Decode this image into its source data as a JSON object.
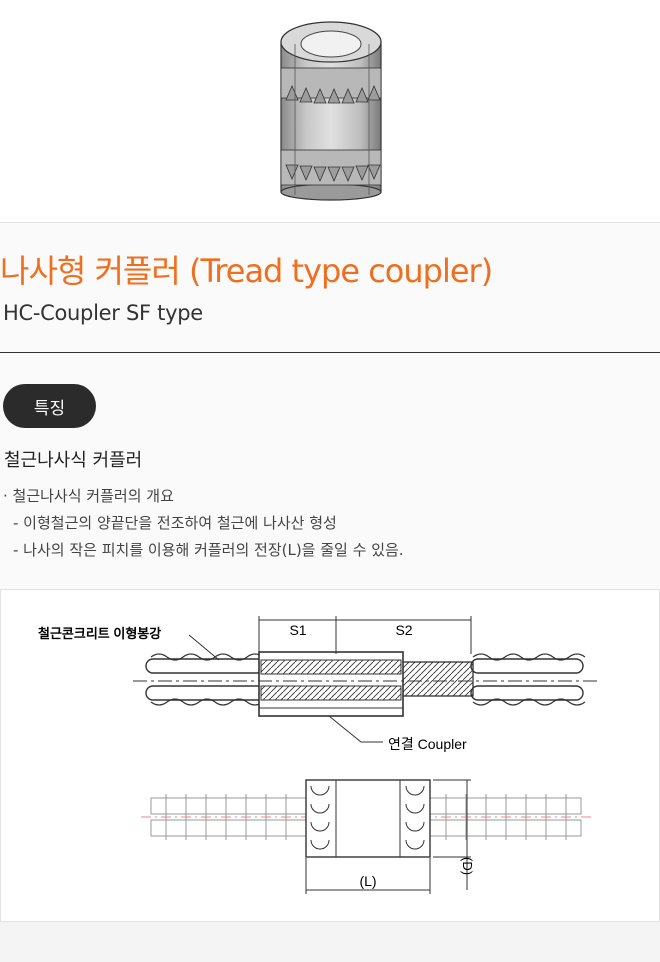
{
  "product": {
    "title": "나사형 커플러 (Tread type coupler)",
    "subtitle": "HC-Coupler SF type"
  },
  "features": {
    "badge": "특징",
    "heading": "철근나사식 커플러",
    "items": [
      "· 철근나사식 커플러의 개요",
      "- 이형철근의 양끝단을 전조하여 철근에 나사산 형성",
      "- 나사의 작은 피치를 이용해 커플러의 전장(L)을 줄일 수 있음."
    ]
  },
  "diagram": {
    "rebar_label": "철근콘크리트 이형봉강",
    "s1": "S1",
    "s2": "S2",
    "coupler_label": "연결 Coupler",
    "length_label": "(L)",
    "diameter_label": "(D)"
  },
  "colors": {
    "accent": "#ef6f1f",
    "badge": "#2b2b2b"
  }
}
